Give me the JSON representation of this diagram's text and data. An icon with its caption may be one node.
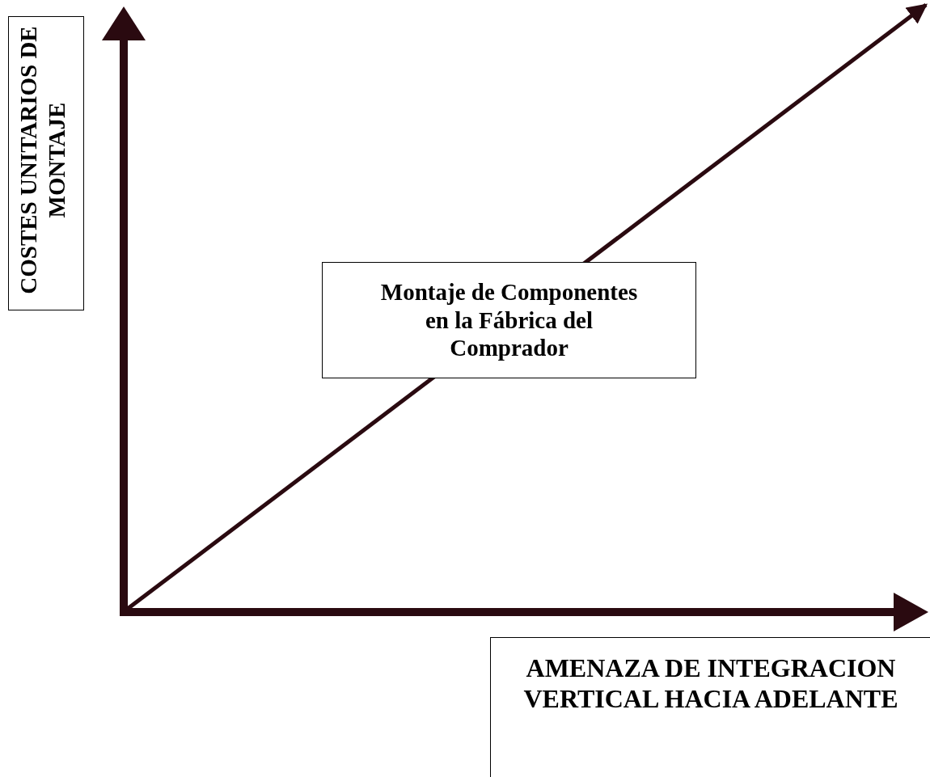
{
  "diagram": {
    "nodes": [
      {
        "text": [
          "COSTES UNITARIOS DE MONTAJE"
        ]
      },
      {
        "text": [
          "Montaje de Componentes en la Fábrica del Comprador"
        ]
      },
      {
        "text": [
          "AMENAZA DE INTEGRACION VERTICAL HACIA ADELANTE"
        ]
      }
    ]
  }
}
